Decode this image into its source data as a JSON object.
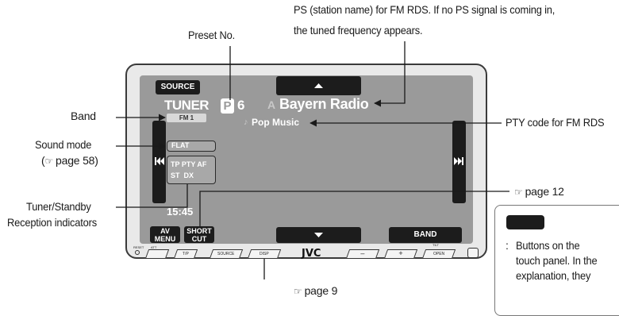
{
  "labels": {
    "ps_line1": "PS (station name) for FM RDS. If no PS signal is coming in,",
    "ps_line2": "the tuned frequency appears.",
    "preset_no": "Preset No.",
    "band": "Band",
    "sound_mode": "Sound mode",
    "sound_mode_ref": "page 58",
    "tuner_line1": "Tuner/Standby",
    "tuner_line2": "Reception indicators",
    "pty": "PTY code for FM RDS",
    "page12": "page 12",
    "page9": "page 9"
  },
  "screen": {
    "source_btn": "SOURCE",
    "tuner": "TUNER",
    "band_value": "FM 1",
    "preset_p": "P",
    "preset_num": "6",
    "station": "Bayern Radio",
    "pty": "Pop Music",
    "flat": "FLAT",
    "indicators_row1": "TP PTY AF",
    "indicators_row2": "ST  DX",
    "clock": "15:45",
    "av_menu_1": "AV",
    "av_menu_2": "MENU",
    "short_1": "SHORT",
    "short_2": "CUT",
    "band_btn": "BAND"
  },
  "hardware": {
    "reset": "RESET",
    "att": "ATT",
    "tp": "T/P",
    "source": "SOURCE",
    "disp": "DISP",
    "brand": "JVC",
    "tilt": "TILT",
    "open": "OPEN"
  },
  "legend": {
    "line1": "Buttons on the",
    "line2": "touch panel. In the",
    "line3": "explanation, they"
  },
  "colors": {
    "screen_bg": "#9a9a9a",
    "button_bg": "#1c1c1c",
    "text_white": "#ffffff"
  }
}
